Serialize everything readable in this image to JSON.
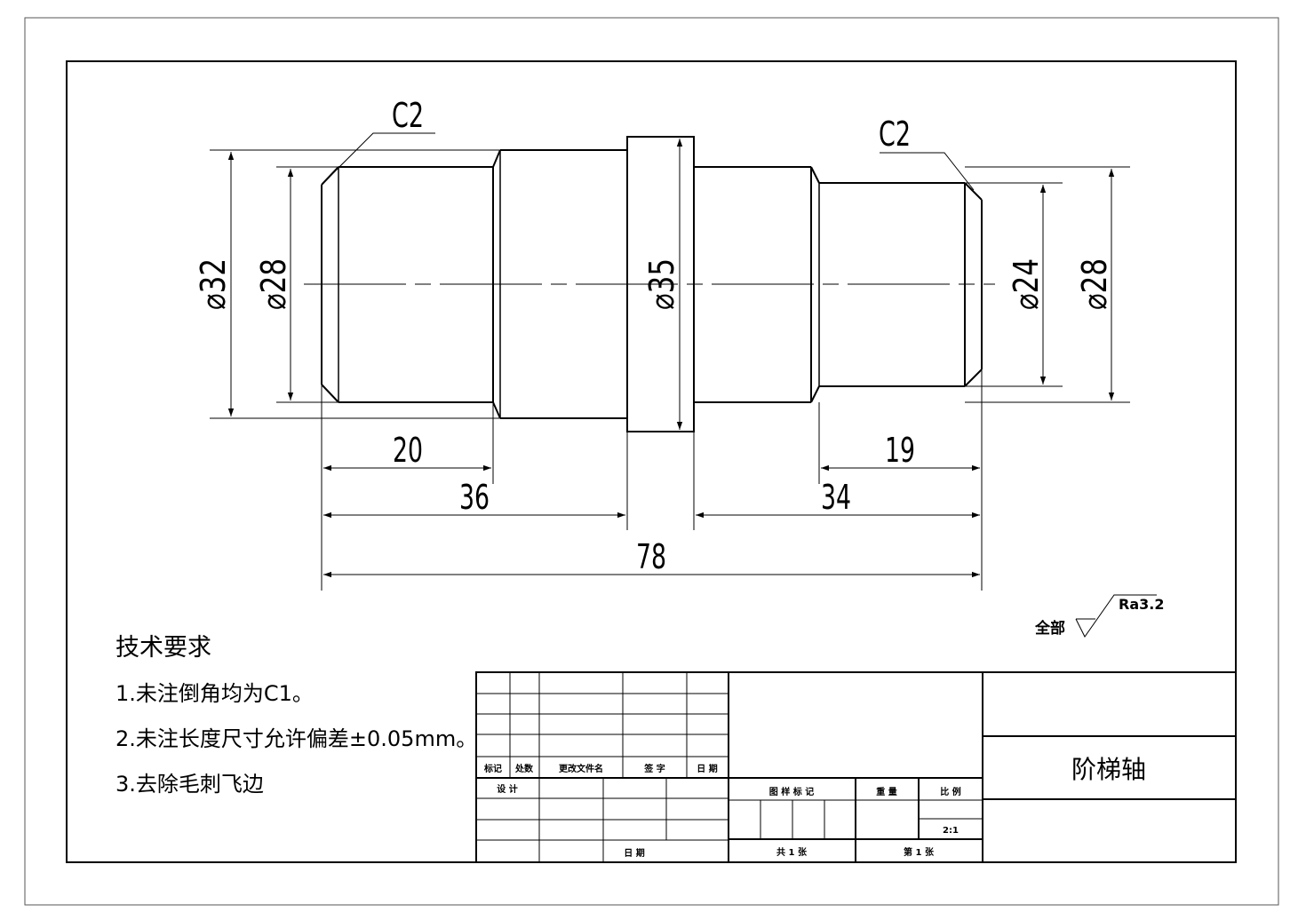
{
  "drawing": {
    "chamfer_left": "C2",
    "chamfer_right": "C2",
    "diameters": {
      "d32": "⌀32",
      "d28_left": "⌀28",
      "d35": "⌀35",
      "d24": "⌀24",
      "d28_right": "⌀28"
    },
    "lengths": {
      "len20": "20",
      "len36": "36",
      "len19": "19",
      "len34": "34",
      "len78": "78"
    },
    "roughness": {
      "prefix": "全部",
      "value": "Ra3.2"
    }
  },
  "tech_req": {
    "title": "技术要求",
    "items": [
      "1.未注倒角均为C1。",
      "2.未注长度尺寸允许偏差±0.05mm。",
      "3.去除毛刺飞边"
    ]
  },
  "title_block": {
    "part_name": "阶梯轴",
    "headers": {
      "mark": "标记",
      "count": "处数",
      "doc": "更改文件名",
      "sign": "签 字",
      "date": "日 期"
    },
    "design": "设 计",
    "date2": "日 期",
    "pattern_mark": "图 样 标 记",
    "weight": "重 量",
    "scale_label": "比 例",
    "scale": "2:1",
    "total": "共 1 张",
    "sheet": "第 1 张"
  }
}
